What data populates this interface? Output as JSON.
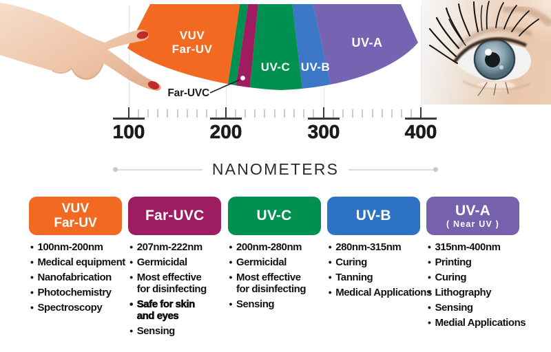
{
  "spectrum": {
    "bands": [
      {
        "name": "vuv-far-uv",
        "label_line1": "VUV",
        "label_line2": "Far-UV",
        "color": "#F26A21"
      },
      {
        "name": "uvc-leading-sliver",
        "color": "#00904F"
      },
      {
        "name": "far-uvc",
        "color": "#9E1C60"
      },
      {
        "name": "uv-c",
        "label": "UV-C",
        "color": "#00904F"
      },
      {
        "name": "uv-b",
        "label": "UV-B",
        "color": "#3C77C8"
      },
      {
        "name": "uv-a",
        "label": "UV-A",
        "color": "#7663B1"
      }
    ],
    "callout_label": "Far-UVC"
  },
  "ruler": {
    "major_ticks": [
      "100",
      "200",
      "300",
      "400"
    ],
    "unit_label": "NANOMETERS"
  },
  "cards": [
    {
      "title_line1": "VUV",
      "title_line2": "Far-UV",
      "color": "#F26A21",
      "items": [
        {
          "text": "100nm-200nm"
        },
        {
          "text": "Medical equipment"
        },
        {
          "text": "Nanofabrication"
        },
        {
          "text": "Photochemistry"
        },
        {
          "text": "Spectroscopy"
        }
      ]
    },
    {
      "title_line1": "Far-UVC",
      "color": "#9E1C60",
      "items": [
        {
          "text": "207nm-222nm"
        },
        {
          "text": "Germicidal"
        },
        {
          "text": "Most effective\nfor disinfecting"
        },
        {
          "text": "Safe for skin\nand eyes",
          "bold": true
        },
        {
          "text": "Sensing"
        }
      ]
    },
    {
      "title_line1": "UV-C",
      "color": "#00904F",
      "items": [
        {
          "text": "200nm-280nm"
        },
        {
          "text": "Germicidal"
        },
        {
          "text": "Most effective\nfor disinfecting"
        },
        {
          "text": "Sensing"
        }
      ]
    },
    {
      "title_line1": "UV-B",
      "color": "#2E72C4",
      "items": [
        {
          "text": "280nm-315nm"
        },
        {
          "text": "Curing"
        },
        {
          "text": "Tanning"
        },
        {
          "text": "Medical Applications"
        }
      ]
    },
    {
      "title_line1": "UV-A",
      "subtitle": "( Near UV )",
      "color": "#7561AE",
      "items": [
        {
          "text": "315nm-400nm"
        },
        {
          "text": "Printing"
        },
        {
          "text": "Curing"
        },
        {
          "text": "Lithography"
        },
        {
          "text": "Sensing"
        },
        {
          "text": "Medial Applications"
        }
      ]
    }
  ]
}
